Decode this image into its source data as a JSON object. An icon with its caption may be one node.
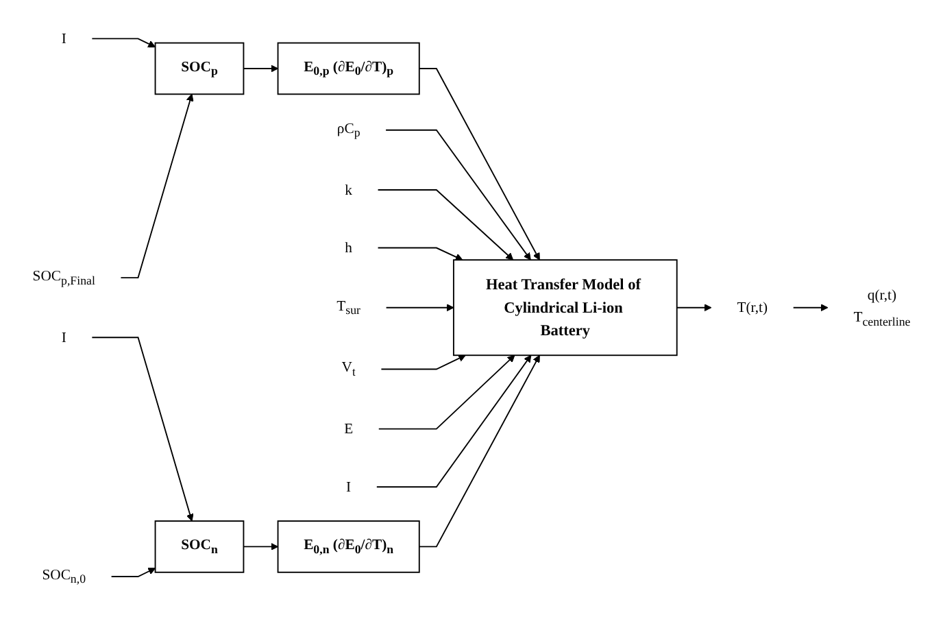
{
  "diagram": {
    "nodes": [
      {
        "text": [
          "I"
        ]
      },
      {
        "text": [
          "SOC$_{p,Final}$"
        ]
      },
      {
        "text": [
          "SOC$_{p}$"
        ]
      },
      {
        "text": [
          "E$_{0,p}$ (∂E$_{0}$/∂T)$_{p}$"
        ]
      },
      {
        "text": [
          "ρC$_{p}$"
        ]
      },
      {
        "text": [
          "k"
        ]
      },
      {
        "text": [
          "h"
        ]
      },
      {
        "text": [
          "T$_{sur}$"
        ]
      },
      {
        "text": [
          "V$_{t}$"
        ]
      },
      {
        "text": [
          "E"
        ]
      },
      {
        "text": [
          "I"
        ]
      },
      {
        "text": [
          "Heat Transfer Model of Cylindrical Li-ion Battery"
        ]
      },
      {
        "text": [
          "I"
        ]
      },
      {
        "text": [
          "SOC$_{n,0}$"
        ]
      },
      {
        "text": [
          "SOC$_{n}$"
        ]
      },
      {
        "text": [
          "E$_{0,n}$ (∂E$_{0}$/∂T)$_{n}$"
        ]
      },
      {
        "text": [
          "T(r,t)"
        ]
      },
      {
        "text": [
          "q(r,t)",
          "T$_{centerline}$"
        ]
      }
    ],
    "edges": [
      {
        "from": 0,
        "to": 2,
        "arrow": "to"
      },
      {
        "from": 1,
        "to": 2,
        "arrow": "to"
      },
      {
        "from": 2,
        "to": 3,
        "arrow": "to"
      },
      {
        "from": 3,
        "to": 11,
        "arrow": "to"
      },
      {
        "from": 4,
        "to": 11,
        "arrow": "to"
      },
      {
        "from": 5,
        "to": 11,
        "arrow": "to"
      },
      {
        "from": 6,
        "to": 11,
        "arrow": "to"
      },
      {
        "from": 7,
        "to": 11,
        "arrow": "to"
      },
      {
        "from": 8,
        "to": 11,
        "arrow": "to"
      },
      {
        "from": 9,
        "to": 11,
        "arrow": "to"
      },
      {
        "from": 10,
        "to": 11,
        "arrow": "to"
      },
      {
        "from": 12,
        "to": 14,
        "arrow": "to"
      },
      {
        "from": 13,
        "to": 14,
        "arrow": "to"
      },
      {
        "from": 14,
        "to": 15,
        "arrow": "to"
      },
      {
        "from": 15,
        "to": 11,
        "arrow": "to"
      },
      {
        "from": 11,
        "to": 16,
        "arrow": "to"
      },
      {
        "from": 16,
        "to": 17,
        "arrow": "to"
      }
    ]
  }
}
